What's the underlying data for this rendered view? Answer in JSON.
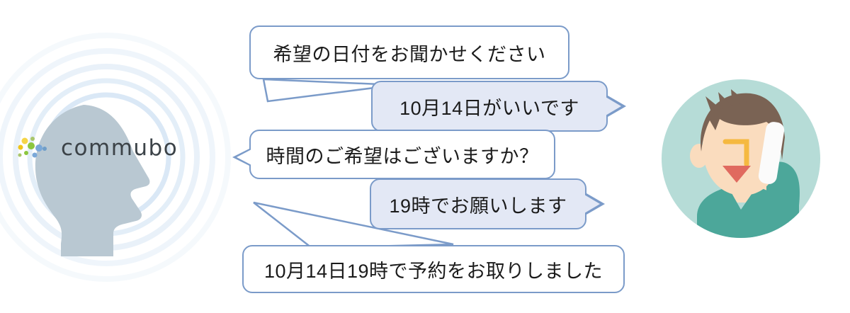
{
  "scene": {
    "title": "commubo AI voice agent call flow",
    "background_color": "#ffffff"
  },
  "bot": {
    "brand_name": "commubo",
    "brand_text_color": "#3c4348",
    "head_color": "#b9c8d2",
    "soundwave_color": "#bcd6ee",
    "logo_dot_colors": [
      "#f0c419",
      "#8cc63f",
      "#7aa8d8",
      "#a9c66a",
      "#f5d547",
      "#6f9ec9"
    ]
  },
  "caller": {
    "circle_color": "#b6dcd7",
    "skin_color": "#fadcbe",
    "hair_color": "#7a6354",
    "shirt_color": "#4ca79a",
    "phone_color": "#fbfbfb",
    "mouth_color": "#e06a5f",
    "eye_color": "#f5b940"
  },
  "conversation": {
    "bubble_border_color": "#7b9bc9",
    "bot_bubble_fill": "#ffffff",
    "user_bubble_fill": "#e3e8f5",
    "messages": [
      {
        "id": "m1",
        "speaker": "bot",
        "text": "希望の日付をお聞かせください"
      },
      {
        "id": "m2",
        "speaker": "user",
        "text": "10月14日がいいです"
      },
      {
        "id": "m3",
        "speaker": "bot",
        "text": "時間のご希望はございますか？"
      },
      {
        "id": "m4",
        "speaker": "user",
        "text": "19時でお願いします"
      },
      {
        "id": "m5",
        "speaker": "bot",
        "text": "10月14日19時で予約をお取りしました"
      }
    ]
  }
}
